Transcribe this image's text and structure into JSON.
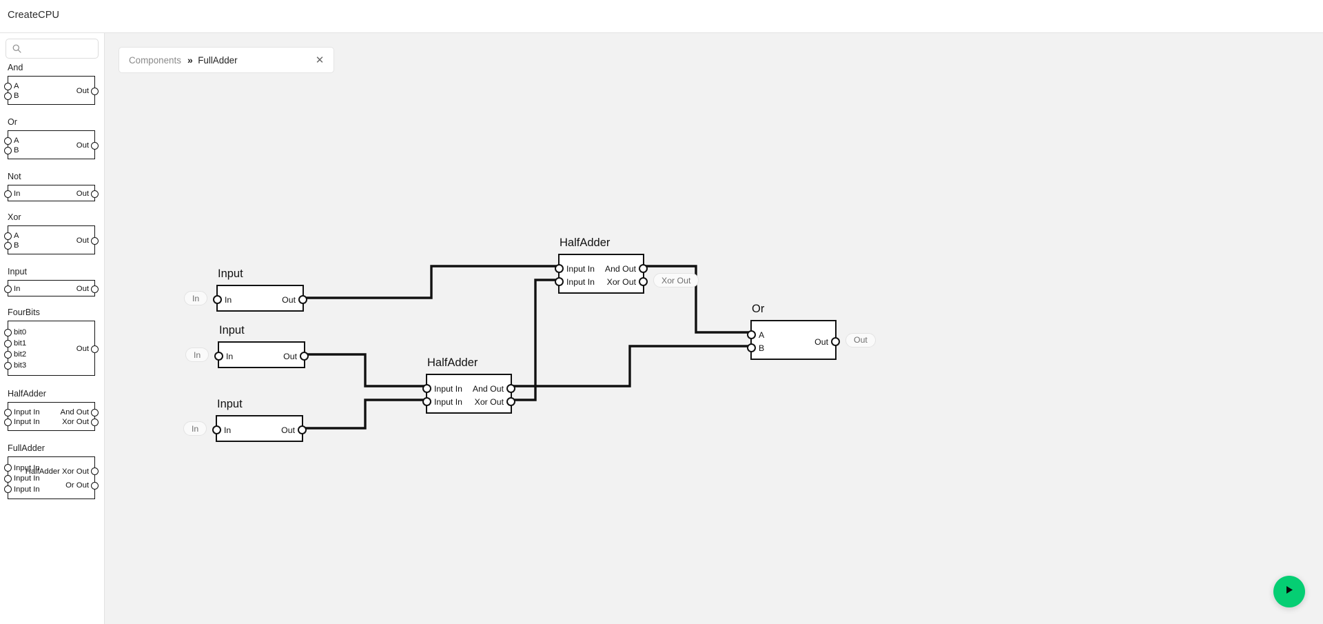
{
  "app": {
    "title": "CreateCPU",
    "accent_green": "#05ce73",
    "canvas_bg": "#f2f2f2",
    "wire_color": "#111111"
  },
  "sidebar": {
    "search": {
      "value": "",
      "placeholder": "",
      "icon": "search-icon"
    },
    "components": [
      {
        "name": "And",
        "inputs": [
          "A",
          "B"
        ],
        "outputs": [
          "Out"
        ]
      },
      {
        "name": "Or",
        "inputs": [
          "A",
          "B"
        ],
        "outputs": [
          "Out"
        ]
      },
      {
        "name": "Not",
        "inputs": [
          "In"
        ],
        "outputs": [
          "Out"
        ]
      },
      {
        "name": "Xor",
        "inputs": [
          "A",
          "B"
        ],
        "outputs": [
          "Out"
        ]
      },
      {
        "name": "Input",
        "inputs": [
          "In"
        ],
        "outputs": [
          "Out"
        ]
      },
      {
        "name": "FourBits",
        "inputs": [
          "bit0",
          "bit1",
          "bit2",
          "bit3"
        ],
        "outputs": [
          "Out"
        ]
      },
      {
        "name": "HalfAdder",
        "inputs": [
          "Input In",
          "Input In"
        ],
        "outputs": [
          "And Out",
          "Xor Out"
        ]
      },
      {
        "name": "FullAdder",
        "inputs": [
          "Input In",
          "Input In",
          "Input In"
        ],
        "outputs": [
          "HalfAdder Xor Out",
          "Or Out"
        ]
      }
    ]
  },
  "tab": {
    "breadcrumb_root": "Components",
    "breadcrumb_separator": "»",
    "breadcrumb_current": "FullAdder",
    "close_label": "✕"
  },
  "canvas": {
    "chips": [
      {
        "id": "input-1",
        "title": "Input",
        "inputs": [
          "In"
        ],
        "outputs": [
          "Out"
        ],
        "pill_left": "In",
        "pill_right": null
      },
      {
        "id": "input-2",
        "title": "Input",
        "inputs": [
          "In"
        ],
        "outputs": [
          "Out"
        ],
        "pill_left": "In",
        "pill_right": null
      },
      {
        "id": "input-3",
        "title": "Input",
        "inputs": [
          "In"
        ],
        "outputs": [
          "Out"
        ],
        "pill_left": "In",
        "pill_right": null
      },
      {
        "id": "halfadder-top",
        "title": "HalfAdder",
        "inputs": [
          "Input In",
          "Input In"
        ],
        "outputs": [
          "And Out",
          "Xor Out"
        ],
        "pill_left": null,
        "pill_right": "Xor Out"
      },
      {
        "id": "halfadder-bottom",
        "title": "HalfAdder",
        "inputs": [
          "Input In",
          "Input In"
        ],
        "outputs": [
          "And Out",
          "Xor Out"
        ],
        "pill_left": null,
        "pill_right": null
      },
      {
        "id": "or-gate",
        "title": "Or",
        "inputs": [
          "A",
          "B"
        ],
        "outputs": [
          "Out"
        ],
        "pill_left": null,
        "pill_right": "Out"
      }
    ]
  },
  "run_button": {
    "icon": "play-icon",
    "color": "#05ce73"
  }
}
